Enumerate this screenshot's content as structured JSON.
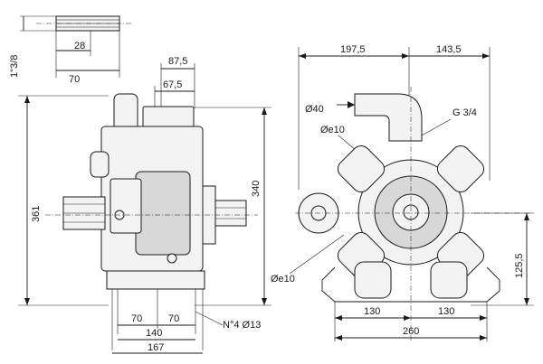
{
  "diagram": {
    "dimensions": {
      "shaft_thread": "1\"3/8",
      "shaft_28": "28",
      "shaft_70": "70",
      "d_875": "87,5",
      "d_675": "67,5",
      "d_361": "361",
      "d_340": "340",
      "d_70a": "70",
      "d_70b": "70",
      "d_140": "140",
      "d_167": "167",
      "holes": "N°4 Ø13",
      "d_1975": "197,5",
      "d_1435": "143,5",
      "inlet": "Ø40",
      "outlet": "G 3/4",
      "port_top": "Øe10",
      "port_bottom": "Øe10",
      "d_130a": "130",
      "d_130b": "130",
      "d_260": "260",
      "d_1255": "125,5"
    }
  }
}
